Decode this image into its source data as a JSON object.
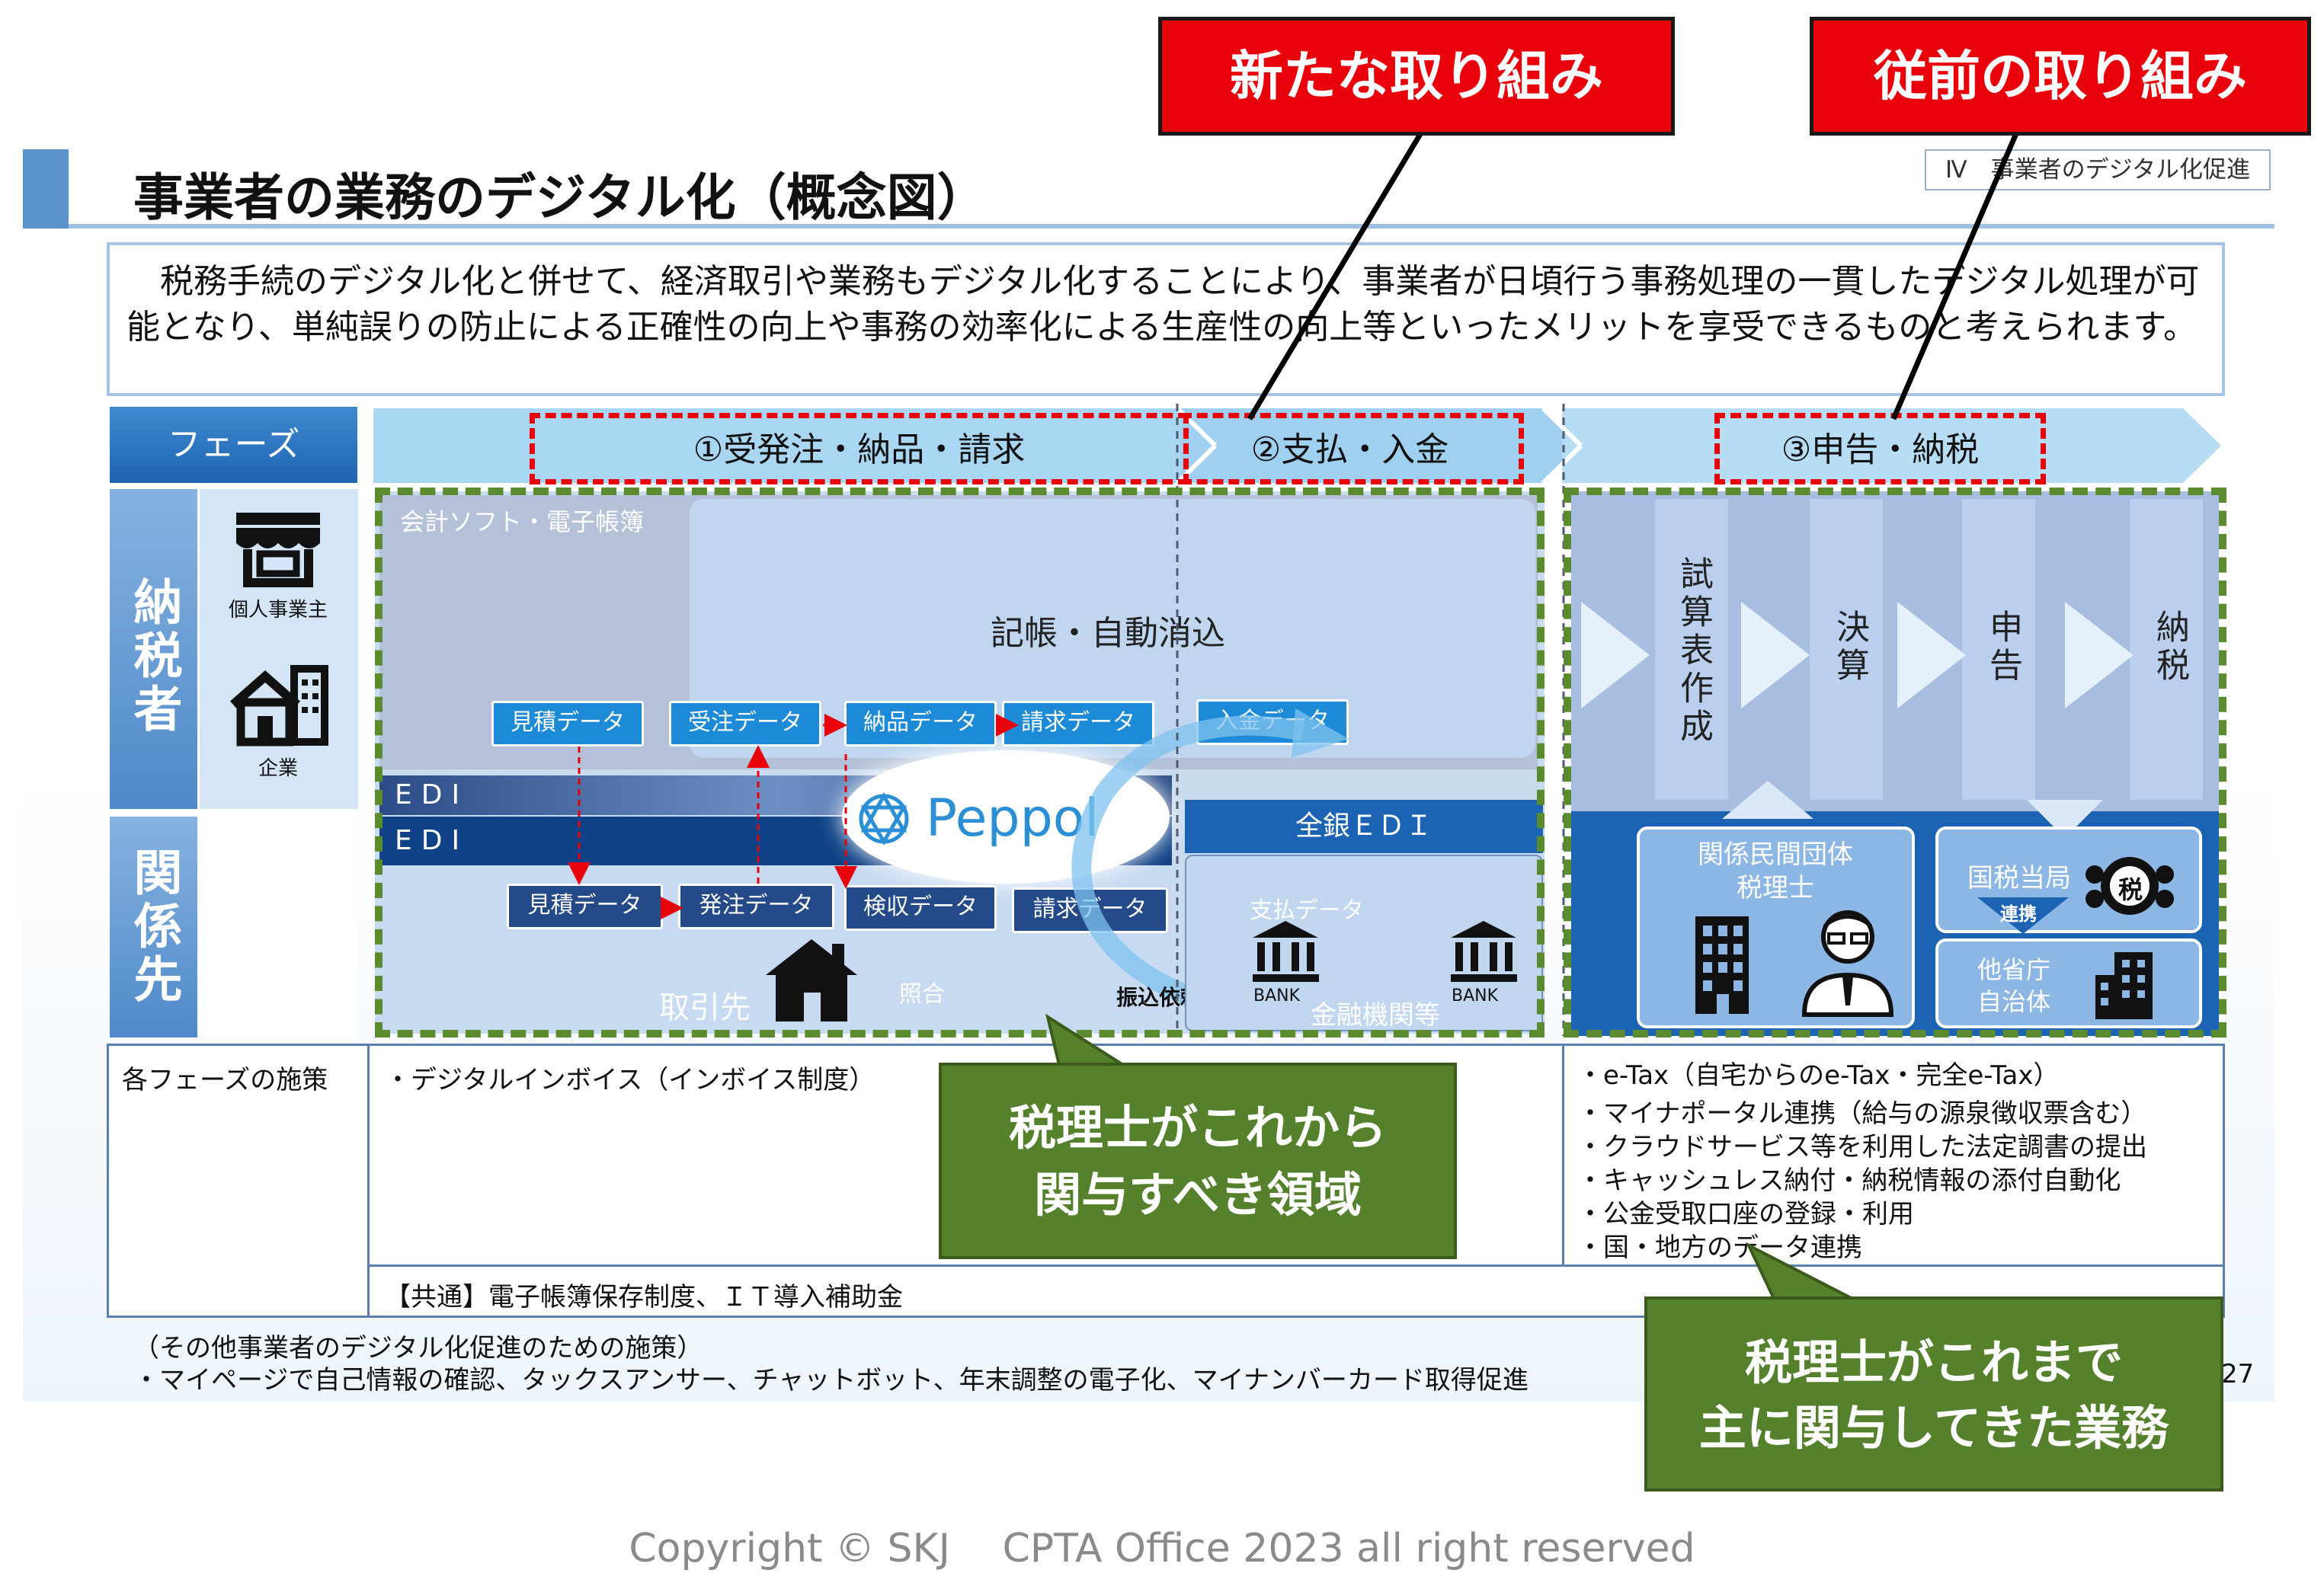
{
  "callouts": {
    "new": "新たな取り組み",
    "prior": "従前の取り組み"
  },
  "title": "事業者の業務のデジタル化（概念図）",
  "section_tag": "Ⅳ　事業者のデジタル化促進",
  "intro": "　税務手続のデジタル化と併せて、経済取引や業務もデジタル化することにより、事業者が日頃行う事務処理の一貫したデジタル処理が可能となり、単純誤りの防止による正確性の向上や事務の効率化による生産性の向上等といったメリットを享受できるものと考えられます。",
  "phase": {
    "label": "フェーズ",
    "p1": "①受発注・納品・請求",
    "p2": "②支払・入金",
    "p3": "③申告・納税"
  },
  "rows": {
    "taxpayer": "納税者",
    "related": "関係先",
    "individual": "個人事業主",
    "company": "企業"
  },
  "left_panel": {
    "software": "会計ソフト・電子帳簿",
    "bookkeeping": "記帳・自動消込",
    "edi1": "EDI",
    "edi2": "EDI",
    "peppol": "Peppol",
    "top_chips": [
      "見積データ",
      "受注データ",
      "納品データ",
      "請求データ",
      "入金データ"
    ],
    "bottom_chips": [
      "見積データ",
      "発注データ",
      "検収データ",
      "請求データ"
    ],
    "partner": "取引先",
    "match": "照合",
    "transfer": "振込依頼",
    "zengin": "全銀ＥＤＩ",
    "payment_data": "支払データ",
    "bank": "BANK",
    "bank2": "BANK",
    "fin_inst": "金融機関等"
  },
  "right_panel": {
    "steps": [
      "試算表作成",
      "決算",
      "申告",
      "納税"
    ],
    "assoc": "関係民間団体\n税理士",
    "nta": "国税当局",
    "tax_seal": "税",
    "link": "連携",
    "other": "他省庁\n自治体"
  },
  "measures": {
    "label": "各フェーズの施策",
    "left": "・デジタルインボイス（インボイス制度）",
    "right": [
      "・e-Tax（自宅からのe-Tax・完全e-Tax）",
      "・マイナポータル連携（給与の源泉徴収票含む）",
      "・クラウドサービス等を利用した法定調書の提出",
      "・キャッシュレス納付・納税情報の添付自動化",
      "・公金受取口座の登録・利用",
      "・国・地方のデータ連携"
    ],
    "common": "【共通】電子帳簿保存制度、ＩＴ導入補助金"
  },
  "green_callouts": {
    "future": "税理士がこれから\n関与すべき領域",
    "past": "税理士がこれまで\n主に関与してきた業務"
  },
  "footer": {
    "line1": "（その他事業者のデジタル化促進のための施策）",
    "line2": "・マイページで自己情報の確認、タックスアンサー、チャットボット、年末調整の電子化、マイナンバーカード取得促進",
    "page": "27"
  },
  "copyright": "Copyright © SKJ　 CPTA Office 2023 all right reserved",
  "colors": {
    "red": "#e8000b",
    "green": "#56812c",
    "blue": "#1c8ad6",
    "navy": "#244a8a"
  }
}
